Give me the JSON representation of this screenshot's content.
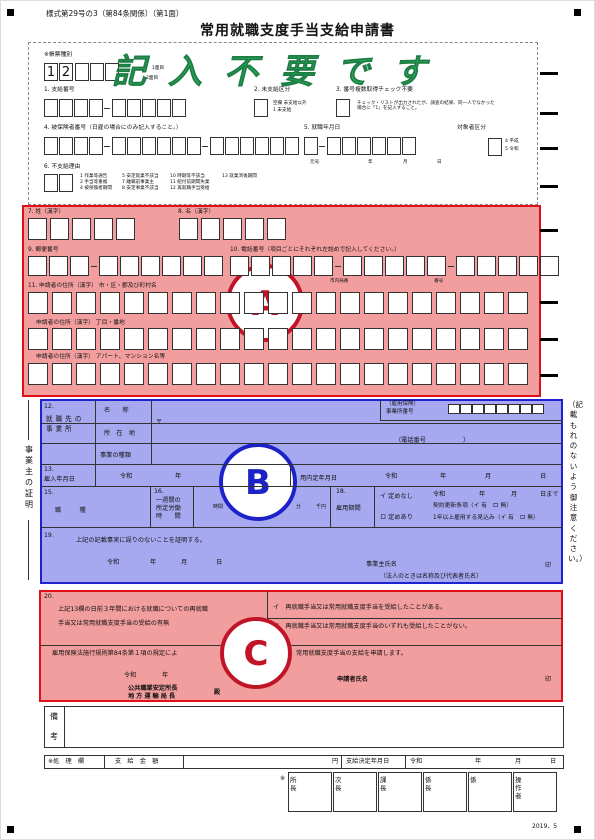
{
  "header": {
    "form_id": "様式第29号の3（第84条関係）（第1面）",
    "title": "常用就職支度手当支給申請書"
  },
  "stamp_text": "記入不要です",
  "upper": {
    "form_type_label": "※帳票種別",
    "form_type_digits": [
      "1",
      "2"
    ],
    "form_type_note1": "1面目",
    "form_type_note2": "2面目",
    "f1": "1. 支給番号",
    "f2": "2. 未支給区分",
    "f2_opts": [
      "空欄 未支給以外",
      "1 未支給"
    ],
    "f3": "3. 番号複数取得チェック不要",
    "f3_note": "チェック・リストが出力されたが、調査の結果、同一人でなかった場合に「1」を記入すること。",
    "f4": "4. 被保険者番号（日雇の場合にのみ記入すること。）",
    "f5": "5. 就職年月日",
    "f5_sub": "対象者区分",
    "f5_units": [
      "元号",
      "年",
      "月",
      "日"
    ],
    "f5_eras": [
      "4 平成",
      "5 令和"
    ],
    "f6": "6. 不支給理由",
    "f6_opts": [
      [
        "1 作業等通告",
        "2 手当等重複",
        "4 被保険者期間"
      ],
      [
        "5 安定就業不該当",
        "7 離職前事業主",
        "8 安定事業不該当"
      ],
      [
        "10 時期等不該当",
        "11 紹付前期間失業",
        "12 再就職手当受給"
      ],
      [
        "13 就業済後期間",
        ""
      ]
    ]
  },
  "secA": {
    "f7": "7. 姓（漢字）",
    "f8": "8. 名（漢字）",
    "f9": "9. 郵便番号",
    "f10": "10. 電話番号（項目ごとにそれぞれ左詰めで記入してください。）",
    "f10_sub1": "市内局番",
    "f10_sub2": "番号",
    "f11": "11. 申請者の住所（漢字） 市・区・郡及び町村名",
    "f11b": "申請者の住所（漢字） 丁目・番地",
    "f11c": "申請者の住所（漢字） アパート、マンション名等",
    "badge": "A"
  },
  "secB": {
    "f12": "12.",
    "f12_lbl": "就職先の事業所",
    "row_name": "名　　称",
    "row_addr": "所　在　地",
    "row_type": "事業の種類",
    "postal": "〒",
    "phone": "（電話番号　　　　　　）",
    "ins_label": "（雇用保険）",
    "ins_sub": "事業所番号",
    "f13": "13.",
    "f13_lbl": "雇入年月日",
    "reiwa": "令和",
    "nen": "年",
    "f13_mid": "用内定年月日",
    "tsuki": "月",
    "hi": "日",
    "f15": "15.",
    "f15_lbl": "職　　種",
    "f16": "16.",
    "f16_lbl": [
      "一週間の",
      "所定労働",
      "時　　間"
    ],
    "jikan": "時間",
    "fun": "分",
    "sen": "千円",
    "f18": "18.",
    "f18_lbl": "雇用期間",
    "opt1": "イ 定めなし",
    "opt2": "ロ 定めあり",
    "until": "日まで",
    "renew": "契約更新条項（イ 有　ロ 無）",
    "expect": "1年以上雇用する見込み（イ 有　ロ 無）",
    "f19": "19.",
    "cert": "上記の記載事実に誤りのないことを証明する。",
    "owner": "事業主氏名",
    "owner_note": "（法人のときは名称及び代表者氏名）",
    "seal": "印",
    "badge": "B"
  },
  "secC": {
    "f20": "20.",
    "q1": "上記13欄の日前３年間における就職についての再就職",
    "q2": "手当又は常用就職支度手当の受給の有無",
    "a1": "イ　再就職手当又は常用就職支度手当を受給したことがある。",
    "a2": "ロ　再就職手当又は常用就職支度手当のいずれも受給したことがない。",
    "apply1": "雇用保険法施行規則第84条第１項の規定によ",
    "apply2": "常用就職支度手当の支給を申請します。",
    "applicant": "申請者氏名",
    "seal": "印",
    "to1": "公共職業安定所長",
    "to2": "地方運輸局長",
    "to_suffix": "殿",
    "badge": "C"
  },
  "side": {
    "left": "事業主の証明",
    "right": "（記載もれのないよう御注意ください。）"
  },
  "bottom": {
    "biko": [
      "備",
      "考"
    ],
    "shori": "※処　理　欄",
    "amount": "支　給　金　額",
    "yen": "円",
    "decision": "支給決定年月日",
    "reiwa": "令和",
    "nen": "年",
    "tsuki": "月",
    "hi": "日",
    "mark": "※",
    "roles": [
      "所長",
      "次長",
      "課長",
      "係長",
      "係",
      "操作者"
    ],
    "version": "2019．5"
  }
}
